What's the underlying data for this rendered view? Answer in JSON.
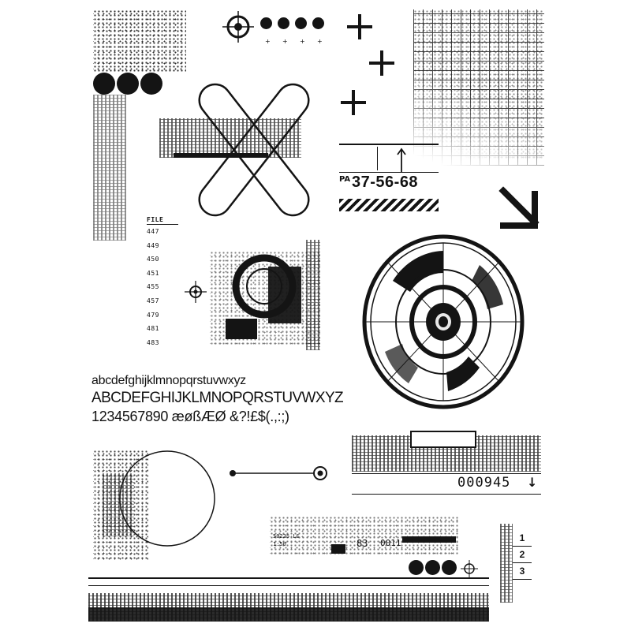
{
  "sheet": {
    "title": "",
    "ink_color": "#141414",
    "background": "#ffffff"
  },
  "code_label": {
    "prefix": "PA",
    "number": "37-56-68"
  },
  "file_list": {
    "header": "FILE",
    "entries": [
      "447",
      "449",
      "450",
      "451",
      "455",
      "457",
      "479",
      "481",
      "483"
    ]
  },
  "alphabet": {
    "lowercase": "abcdefghijklmnopqrstuvwxyz",
    "uppercase": "ABCDEFGHIJKLMNOPQRSTUVWXYZ",
    "numerals": "1234567890 æøßÆØ &?!£$(.,:;)"
  },
  "counter": {
    "value": "000945",
    "arrow": "↓"
  },
  "ruler": {
    "values": [
      "1",
      "2",
      "3"
    ]
  },
  "small_labels": {
    "stamp_code": "50225 LS",
    "stamp_scale": "1:50",
    "stamp_num": "83",
    "stamp_id": "0011"
  },
  "icons": [
    "crosshair-icon",
    "plus-icon",
    "arrow-down-right-icon",
    "target-icon",
    "dot-icon"
  ]
}
